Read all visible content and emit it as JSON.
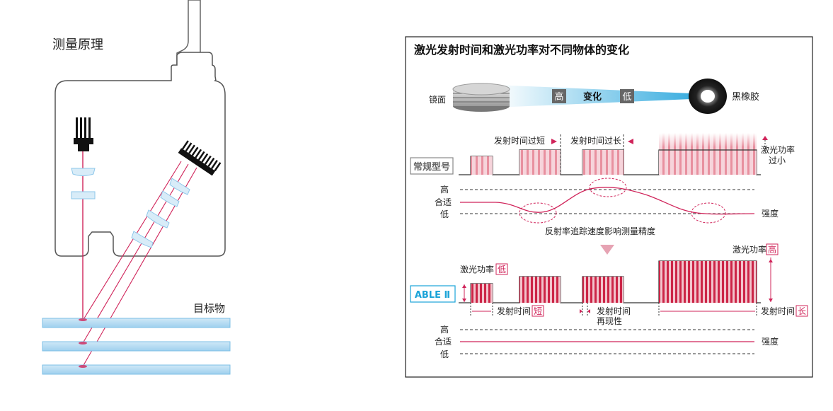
{
  "left": {
    "title": "测量原理",
    "target_label": "目标物"
  },
  "right": {
    "title": "激光发射时间和激光功率对不同物体的变化",
    "mirror_label": "镜面",
    "rubber_label": "黑橡胶",
    "gradient_high": "高",
    "gradient_change": "变化",
    "gradient_low": "低",
    "standard_model": "常规型号",
    "emit_too_short": "发射时间过短",
    "emit_too_long": "发射时间过长",
    "power_too_low_1": "激光功率",
    "power_too_low_2": "过小",
    "level_high": "高",
    "level_ok": "合适",
    "level_low": "低",
    "intensity": "强度",
    "caption": "反射率追踪速度影响测量精度",
    "able_label": "ABLE Ⅱ",
    "power_low_prefix": "激光功率",
    "power_low_box": "低",
    "power_high_prefix": "激光功率",
    "power_high_box": "高",
    "emit_short_prefix": "发射时间",
    "emit_short_box": "短",
    "emit_repeat_1": "发射时间",
    "emit_repeat_2": "再现性",
    "emit_long_prefix": "发射时间",
    "emit_long_box": "长"
  },
  "colors": {
    "laser": "#d0245a",
    "pink": "#e9a0ae",
    "red": "#c8203e",
    "cyan": "#1aa3d8",
    "glass": "#d8ecf8"
  }
}
